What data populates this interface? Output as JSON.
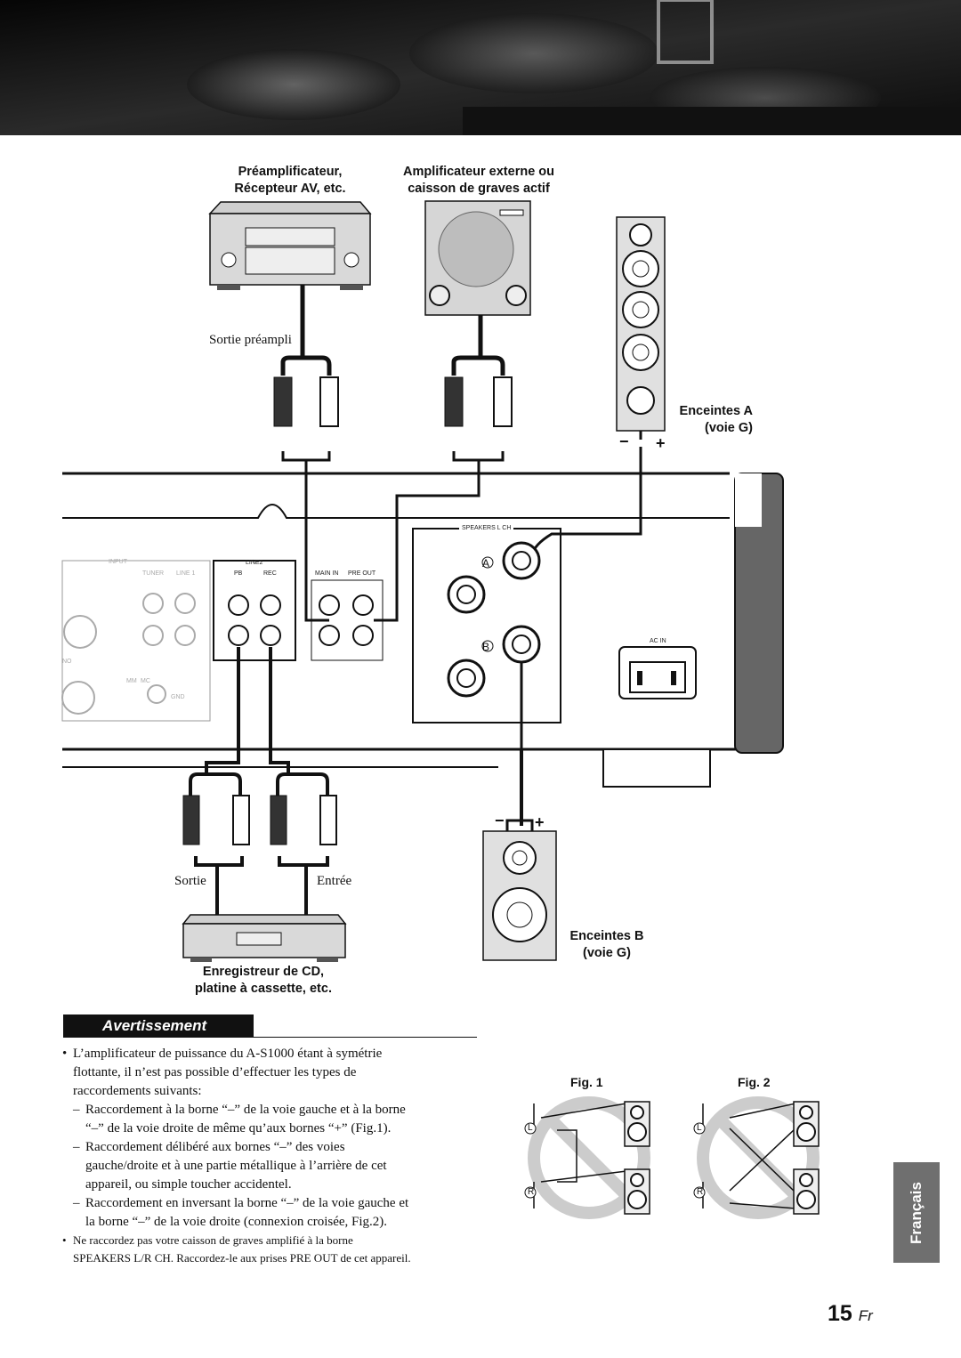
{
  "labels": {
    "preamp_line1": "Préamplificateur,",
    "preamp_line2": "Récepteur AV, etc.",
    "ext_amp_line1": "Amplificateur externe ou",
    "ext_amp_line2": "caisson de graves actif",
    "sortie_preampli": "Sortie préampli",
    "speakers_a_line1": "Enceintes A",
    "speakers_a_line2": "(voie G)",
    "speakers_b_line1": "Enceintes B",
    "speakers_b_line2": "(voie G)",
    "sortie": "Sortie",
    "entree": "Entrée",
    "recorder_line1": "Enregistreur de CD,",
    "recorder_line2": "platine à cassette, etc.",
    "panel_speakers": "SPEAKERS L CH",
    "panel_input": "INPUT",
    "panel_tuner": "TUNER",
    "panel_line1": "LINE 1",
    "panel_line2": "LINE2",
    "panel_pb": "PB",
    "panel_rec": "REC",
    "panel_main_in": "MAIN IN",
    "panel_pre_out": "PRE OUT",
    "panel_ac_in": "AC IN",
    "panel_mm": "MM",
    "panel_mc": "MC",
    "panel_gnd": "GND",
    "panel_no": "NO",
    "terminal_a": "A",
    "terminal_b": "B",
    "plus": "+",
    "minus": "−"
  },
  "warning": {
    "title": "Avertissement",
    "bullet1_l1": "L’amplificateur de puissance du A-S1000 étant à symétrie",
    "bullet1_l2": "flottante, il n’est pas possible d’effectuer les types de",
    "bullet1_l3": "raccordements suivants:",
    "dash1_l1": "Raccordement à la borne “–” de la voie gauche et à la borne",
    "dash1_l2": "“–” de la voie droite de même qu’aux bornes “+” (Fig.1).",
    "dash2_l1": "Raccordement délibéré aux bornes “–” des voies",
    "dash2_l2": "gauche/droite et à une partie métallique à l’arrière de cet",
    "dash2_l3": "appareil, ou simple toucher accidentel.",
    "dash3_l1": "Raccordement en inversant la borne “–” de la voie gauche et",
    "dash3_l2": "la borne “–” de la voie droite (connexion croisée, Fig.2).",
    "bullet2_l1": "Ne raccordez pas votre caisson de graves amplifié à la borne",
    "bullet2_l2": "SPEAKERS L/R CH. Raccordez-le aux prises PRE OUT de cet appareil."
  },
  "figures": {
    "fig1": "Fig. 1",
    "fig2": "Fig. 2",
    "left_mark": "L",
    "right_mark": "R"
  },
  "side_tab": "Français",
  "page_number": "15",
  "page_suffix": "Fr"
}
